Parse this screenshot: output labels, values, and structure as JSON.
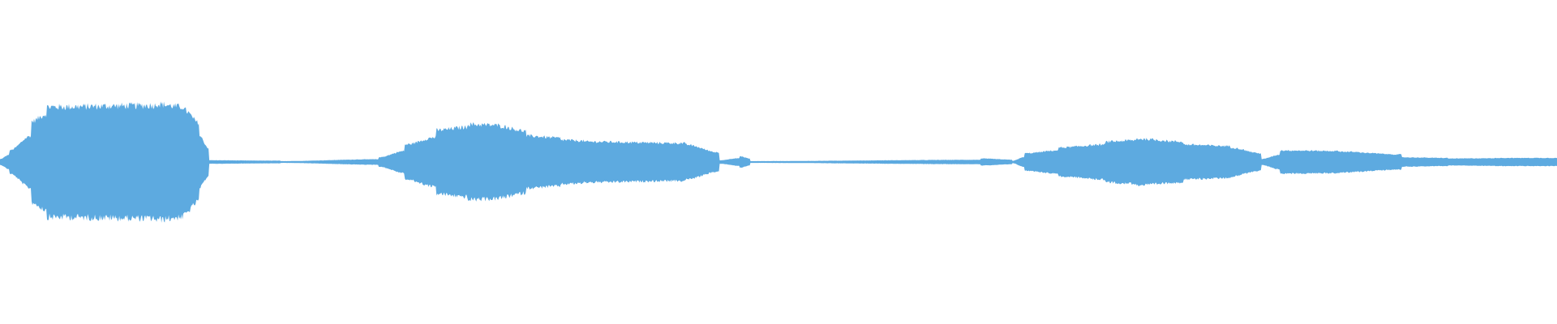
{
  "waveform": {
    "color": "#5DAAE0",
    "background": "#FFFFFF",
    "samples": 1920,
    "segments": [
      {
        "start": 0.0,
        "end": 0.006,
        "amp": 0.05
      },
      {
        "start": 0.006,
        "end": 0.02,
        "amp": 0.2
      },
      {
        "start": 0.02,
        "end": 0.03,
        "amp": 0.7
      },
      {
        "start": 0.03,
        "end": 0.1,
        "amp": 0.95
      },
      {
        "start": 0.1,
        "end": 0.118,
        "amp": 1.0
      },
      {
        "start": 0.118,
        "end": 0.128,
        "amp": 0.9
      },
      {
        "start": 0.128,
        "end": 0.134,
        "amp": 0.45
      },
      {
        "start": 0.134,
        "end": 0.18,
        "amp": 0.03
      },
      {
        "start": 0.18,
        "end": 0.243,
        "amp": 0.015
      },
      {
        "start": 0.243,
        "end": 0.26,
        "amp": 0.08
      },
      {
        "start": 0.26,
        "end": 0.28,
        "amp": 0.3
      },
      {
        "start": 0.28,
        "end": 0.3,
        "amp": 0.55
      },
      {
        "start": 0.3,
        "end": 0.32,
        "amp": 0.65
      },
      {
        "start": 0.32,
        "end": 0.338,
        "amp": 0.62
      },
      {
        "start": 0.338,
        "end": 0.36,
        "amp": 0.45
      },
      {
        "start": 0.36,
        "end": 0.375,
        "amp": 0.38
      },
      {
        "start": 0.375,
        "end": 0.44,
        "amp": 0.35
      },
      {
        "start": 0.44,
        "end": 0.462,
        "amp": 0.3
      },
      {
        "start": 0.462,
        "end": 0.475,
        "amp": 0.03
      },
      {
        "start": 0.475,
        "end": 0.482,
        "amp": 0.1
      },
      {
        "start": 0.482,
        "end": 0.63,
        "amp": 0.015
      },
      {
        "start": 0.63,
        "end": 0.65,
        "amp": 0.06
      },
      {
        "start": 0.65,
        "end": 0.658,
        "amp": 0.02
      },
      {
        "start": 0.658,
        "end": 0.68,
        "amp": 0.15
      },
      {
        "start": 0.68,
        "end": 0.71,
        "amp": 0.25
      },
      {
        "start": 0.71,
        "end": 0.73,
        "amp": 0.35
      },
      {
        "start": 0.73,
        "end": 0.76,
        "amp": 0.4
      },
      {
        "start": 0.76,
        "end": 0.79,
        "amp": 0.3
      },
      {
        "start": 0.79,
        "end": 0.81,
        "amp": 0.25
      },
      {
        "start": 0.81,
        "end": 0.822,
        "amp": 0.05
      },
      {
        "start": 0.822,
        "end": 0.86,
        "amp": 0.2
      },
      {
        "start": 0.86,
        "end": 0.9,
        "amp": 0.18
      },
      {
        "start": 0.9,
        "end": 0.93,
        "amp": 0.08
      },
      {
        "start": 0.93,
        "end": 0.96,
        "amp": 0.06
      },
      {
        "start": 0.96,
        "end": 1.0,
        "amp": 0.07
      }
    ],
    "max_half_height": 0.19
  }
}
